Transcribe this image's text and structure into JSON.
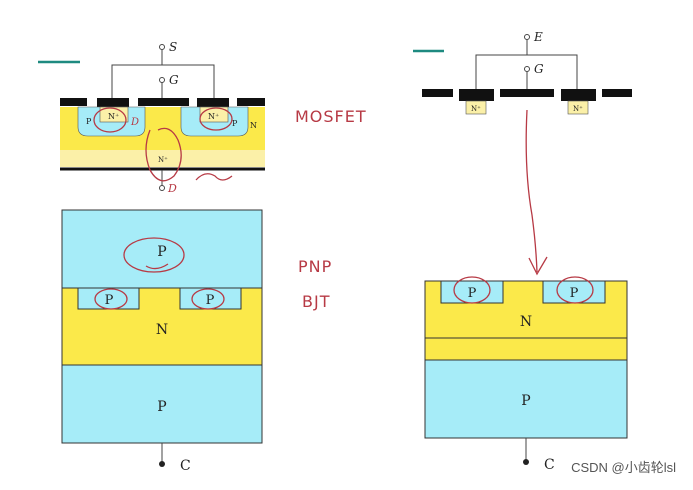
{
  "colors": {
    "cyan": "#a6ecf8",
    "yellow": "#fbe94a",
    "yellow_light": "#fbf0a8",
    "metal": "#111111",
    "wire": "#444444",
    "ink": "#b73a45",
    "accent_dash": "#1e8a80",
    "watermark": "#555555"
  },
  "mosfet": {
    "source": "S",
    "gate": "G",
    "n_plus_left": "N⁺",
    "n_plus_right": "N⁺",
    "p_left": "P",
    "d_left": "D",
    "p_right": "P",
    "n_side": "N",
    "n_plus_bottom": "N⁺",
    "drain": "D"
  },
  "pnp": {
    "p_collector": "P",
    "p_left": "P",
    "p_right": "P",
    "n_base": "N",
    "collector": "C"
  },
  "right_top": {
    "emitter": "E",
    "gate": "G",
    "n_plus_left": "N⁺",
    "n_plus_right": "N⁺"
  },
  "right_bottom": {
    "p_left": "P",
    "p_right": "P",
    "n_region": "N",
    "p_bottom": "P",
    "collector": "C"
  },
  "annotations": {
    "mosfet": "MOSFET",
    "pnp": "PNP",
    "bjt": "BJT"
  },
  "watermark": "CSDN @小齿轮lsl"
}
